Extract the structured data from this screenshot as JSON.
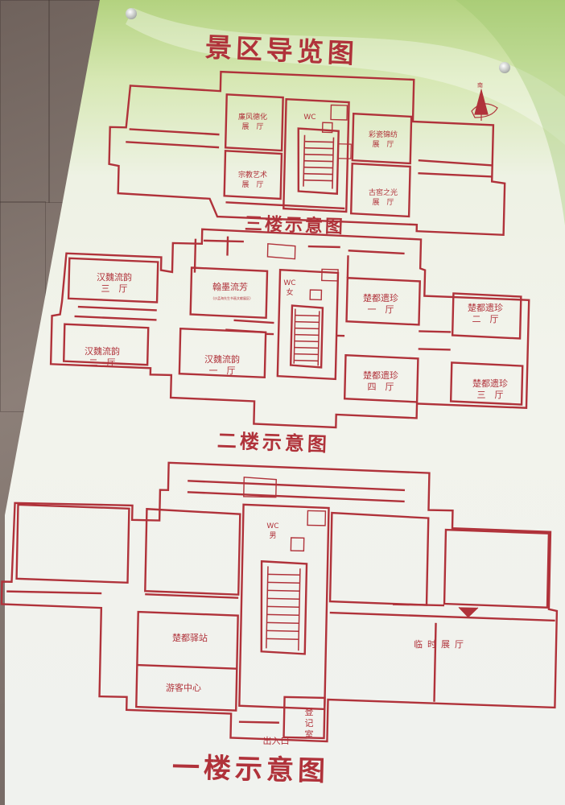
{
  "board": {
    "title": "景区导览图",
    "compass_label": "南"
  },
  "floors": [
    {
      "caption": "三楼示意图",
      "rooms": [
        "廉风德化展厅",
        "宗教艺术展厅",
        "WC",
        "彩瓷锦纺展厅",
        "古窖之光展厅"
      ]
    },
    {
      "caption": "二楼示意图",
      "rooms": [
        "汉魏流韵三厅",
        "汉魏流韵二厅",
        "翰墨流芳",
        "(沙孟海先生书画文献展区)",
        "WC女",
        "汉魏流韵一厅",
        "楚都遗珍一厅",
        "楚都遗珍二厅",
        "楚都遗珍四厅",
        "楚都遗珍三厅"
      ]
    },
    {
      "caption": "一楼示意图",
      "rooms": [
        "WC男",
        "楚都驿站",
        "游客中心",
        "临时展厅",
        "登记室",
        "出入口"
      ]
    }
  ],
  "colors": {
    "line": "#b0323a",
    "board_top": "#b3d27f",
    "board_bottom": "#f0f2ee",
    "wall": "#7c6f69"
  }
}
